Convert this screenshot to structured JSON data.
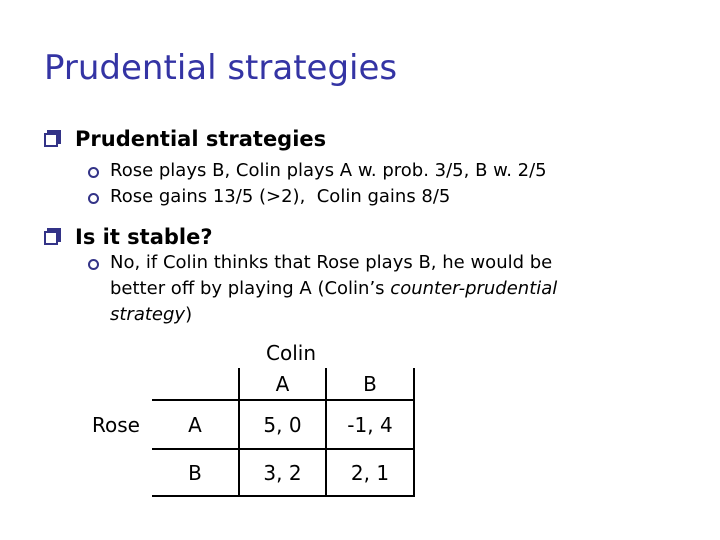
{
  "slide": {
    "title": "Prudential strategies",
    "bullets": {
      "h1": "Prudential strategies",
      "sub1": "Rose plays B, Colin plays A w. prob. 3/5, B w. 2/5",
      "sub2": "Rose gains 13/5 (>2),  Colin gains 8/5",
      "h2": "Is it stable?",
      "sub3_line1": "No, if Colin thinks that Rose plays B, he would be",
      "sub3_line2_pre": "better off by playing A (Colin’s ",
      "sub3_line2_italic": "counter-prudential",
      "sub3_line3_italic": "strategy",
      "sub3_line3_post": ")"
    }
  },
  "table": {
    "column_player": "Colin",
    "row_player": "Rose",
    "col_headers": [
      "A",
      "B"
    ],
    "row_headers": [
      "A",
      "B"
    ],
    "cells": [
      [
        "5, 0",
        "-1, 4"
      ],
      [
        "3, 2",
        "2, 1"
      ]
    ]
  },
  "colors": {
    "title_blue": "#3434A4",
    "bullet_navy": "#333387",
    "text_black": "#000000"
  }
}
